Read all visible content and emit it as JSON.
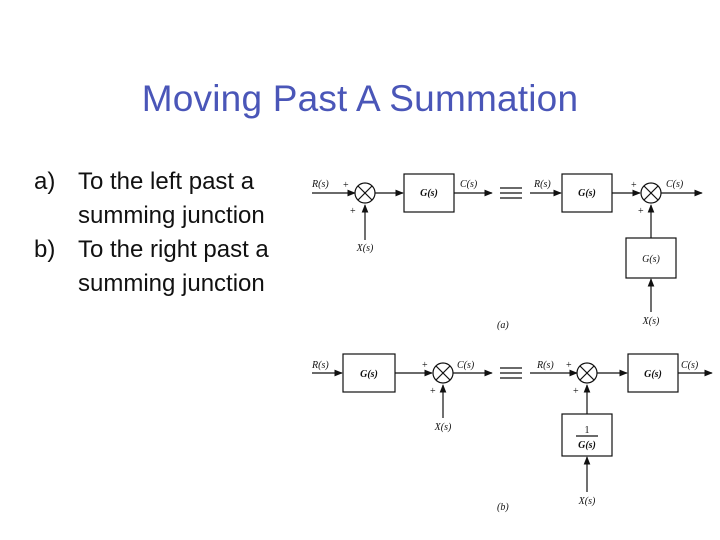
{
  "slide": {
    "title": "Moving Past A Summation",
    "bullets": [
      {
        "marker": "a)",
        "text": "To the left past a summing junction"
      },
      {
        "marker": "b)",
        "text": "To the right past a summing junction"
      }
    ]
  },
  "diagram": {
    "labels": {
      "R": "R(s)",
      "C": "C(s)",
      "X": "X(s)",
      "G": "G(s)",
      "one": "1",
      "plus": "+",
      "caption_a": "(a)",
      "caption_b": "(b)"
    }
  }
}
